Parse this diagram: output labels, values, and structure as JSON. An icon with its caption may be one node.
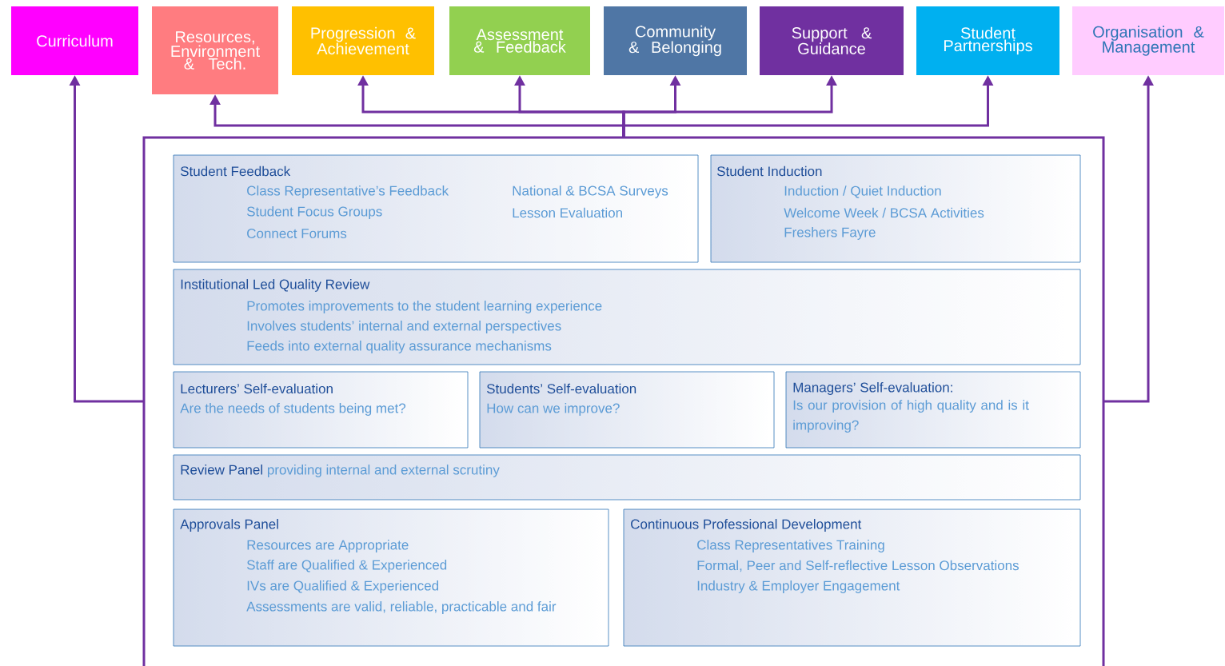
{
  "diagram": {
    "nodes": [
      {
        "text": [
          "Curriculum"
        ]
      },
      {
        "text": [
          "Resources, Environment & Tech."
        ]
      },
      {
        "text": [
          "Progression & Achievement"
        ]
      },
      {
        "text": [
          "Assessment & Feedback"
        ]
      },
      {
        "text": [
          "Community & Belonging"
        ]
      },
      {
        "text": [
          "Support & Guidance"
        ]
      },
      {
        "text": [
          "Student Partnerships"
        ]
      },
      {
        "text": [
          "Organisation & Management"
        ]
      },
      {
        "text": [],
        "shape": "box"
      },
      {
        "text": [
          "Student Feedback",
          "Class Representative’s Feedback",
          "Student Focus Groups",
          "Connect Forums",
          "National & BCSA Surveys",
          "Lesson Evaluation"
        ],
        "in": 8
      },
      {
        "text": [
          "Student Induction",
          "Induction / Quiet Induction",
          "Welcome Week / BCSA Activities",
          "Freshers Fayre"
        ],
        "in": 8
      },
      {
        "text": [
          "Institutional Led Quality Review",
          "Promotes improvements to the student learning experience",
          "Involves students’ internal and external perspectives",
          "Feeds into external quality assurance mechanisms"
        ],
        "in": 8
      },
      {
        "text": [
          "Lecturers’ Self-evaluation",
          "Are the needs of students being met?"
        ],
        "in": 8
      },
      {
        "text": [
          "Students’ Self-evaluation",
          "How can we improve?"
        ],
        "in": 8
      },
      {
        "text": [
          "Managers’ Self-evaluation:",
          "Is our provision of high quality and is it improving?"
        ],
        "in": 8
      },
      {
        "text": [
          "Review Panel",
          "providing internal and external scrutiny"
        ],
        "in": 8
      },
      {
        "text": [
          "Approvals Panel",
          "Resources are Appropriate",
          "Staff are Qualified & Experienced",
          "IVs are Qualified & Experienced",
          "Assessments are valid, reliable, practicable and fair"
        ],
        "in": 8
      },
      {
        "text": [
          "Continuous Professional Development",
          "Class Representatives Training",
          "Formal, Peer and Self-reflective Lesson Observations",
          "Industry & Employer Engagement"
        ],
        "in": 8
      }
    ],
    "edges": [
      {
        "from": 8,
        "to": 0,
        "arrow": "to"
      },
      {
        "from": 8,
        "to": 1,
        "arrow": "to"
      },
      {
        "from": 8,
        "to": 2,
        "arrow": "to"
      },
      {
        "from": 8,
        "to": 3,
        "arrow": "to"
      },
      {
        "from": 8,
        "to": 4,
        "arrow": "to"
      },
      {
        "from": 8,
        "to": 5,
        "arrow": "to"
      },
      {
        "from": 8,
        "to": 6,
        "arrow": "to"
      },
      {
        "from": 8,
        "to": 7,
        "arrow": "to"
      }
    ]
  }
}
